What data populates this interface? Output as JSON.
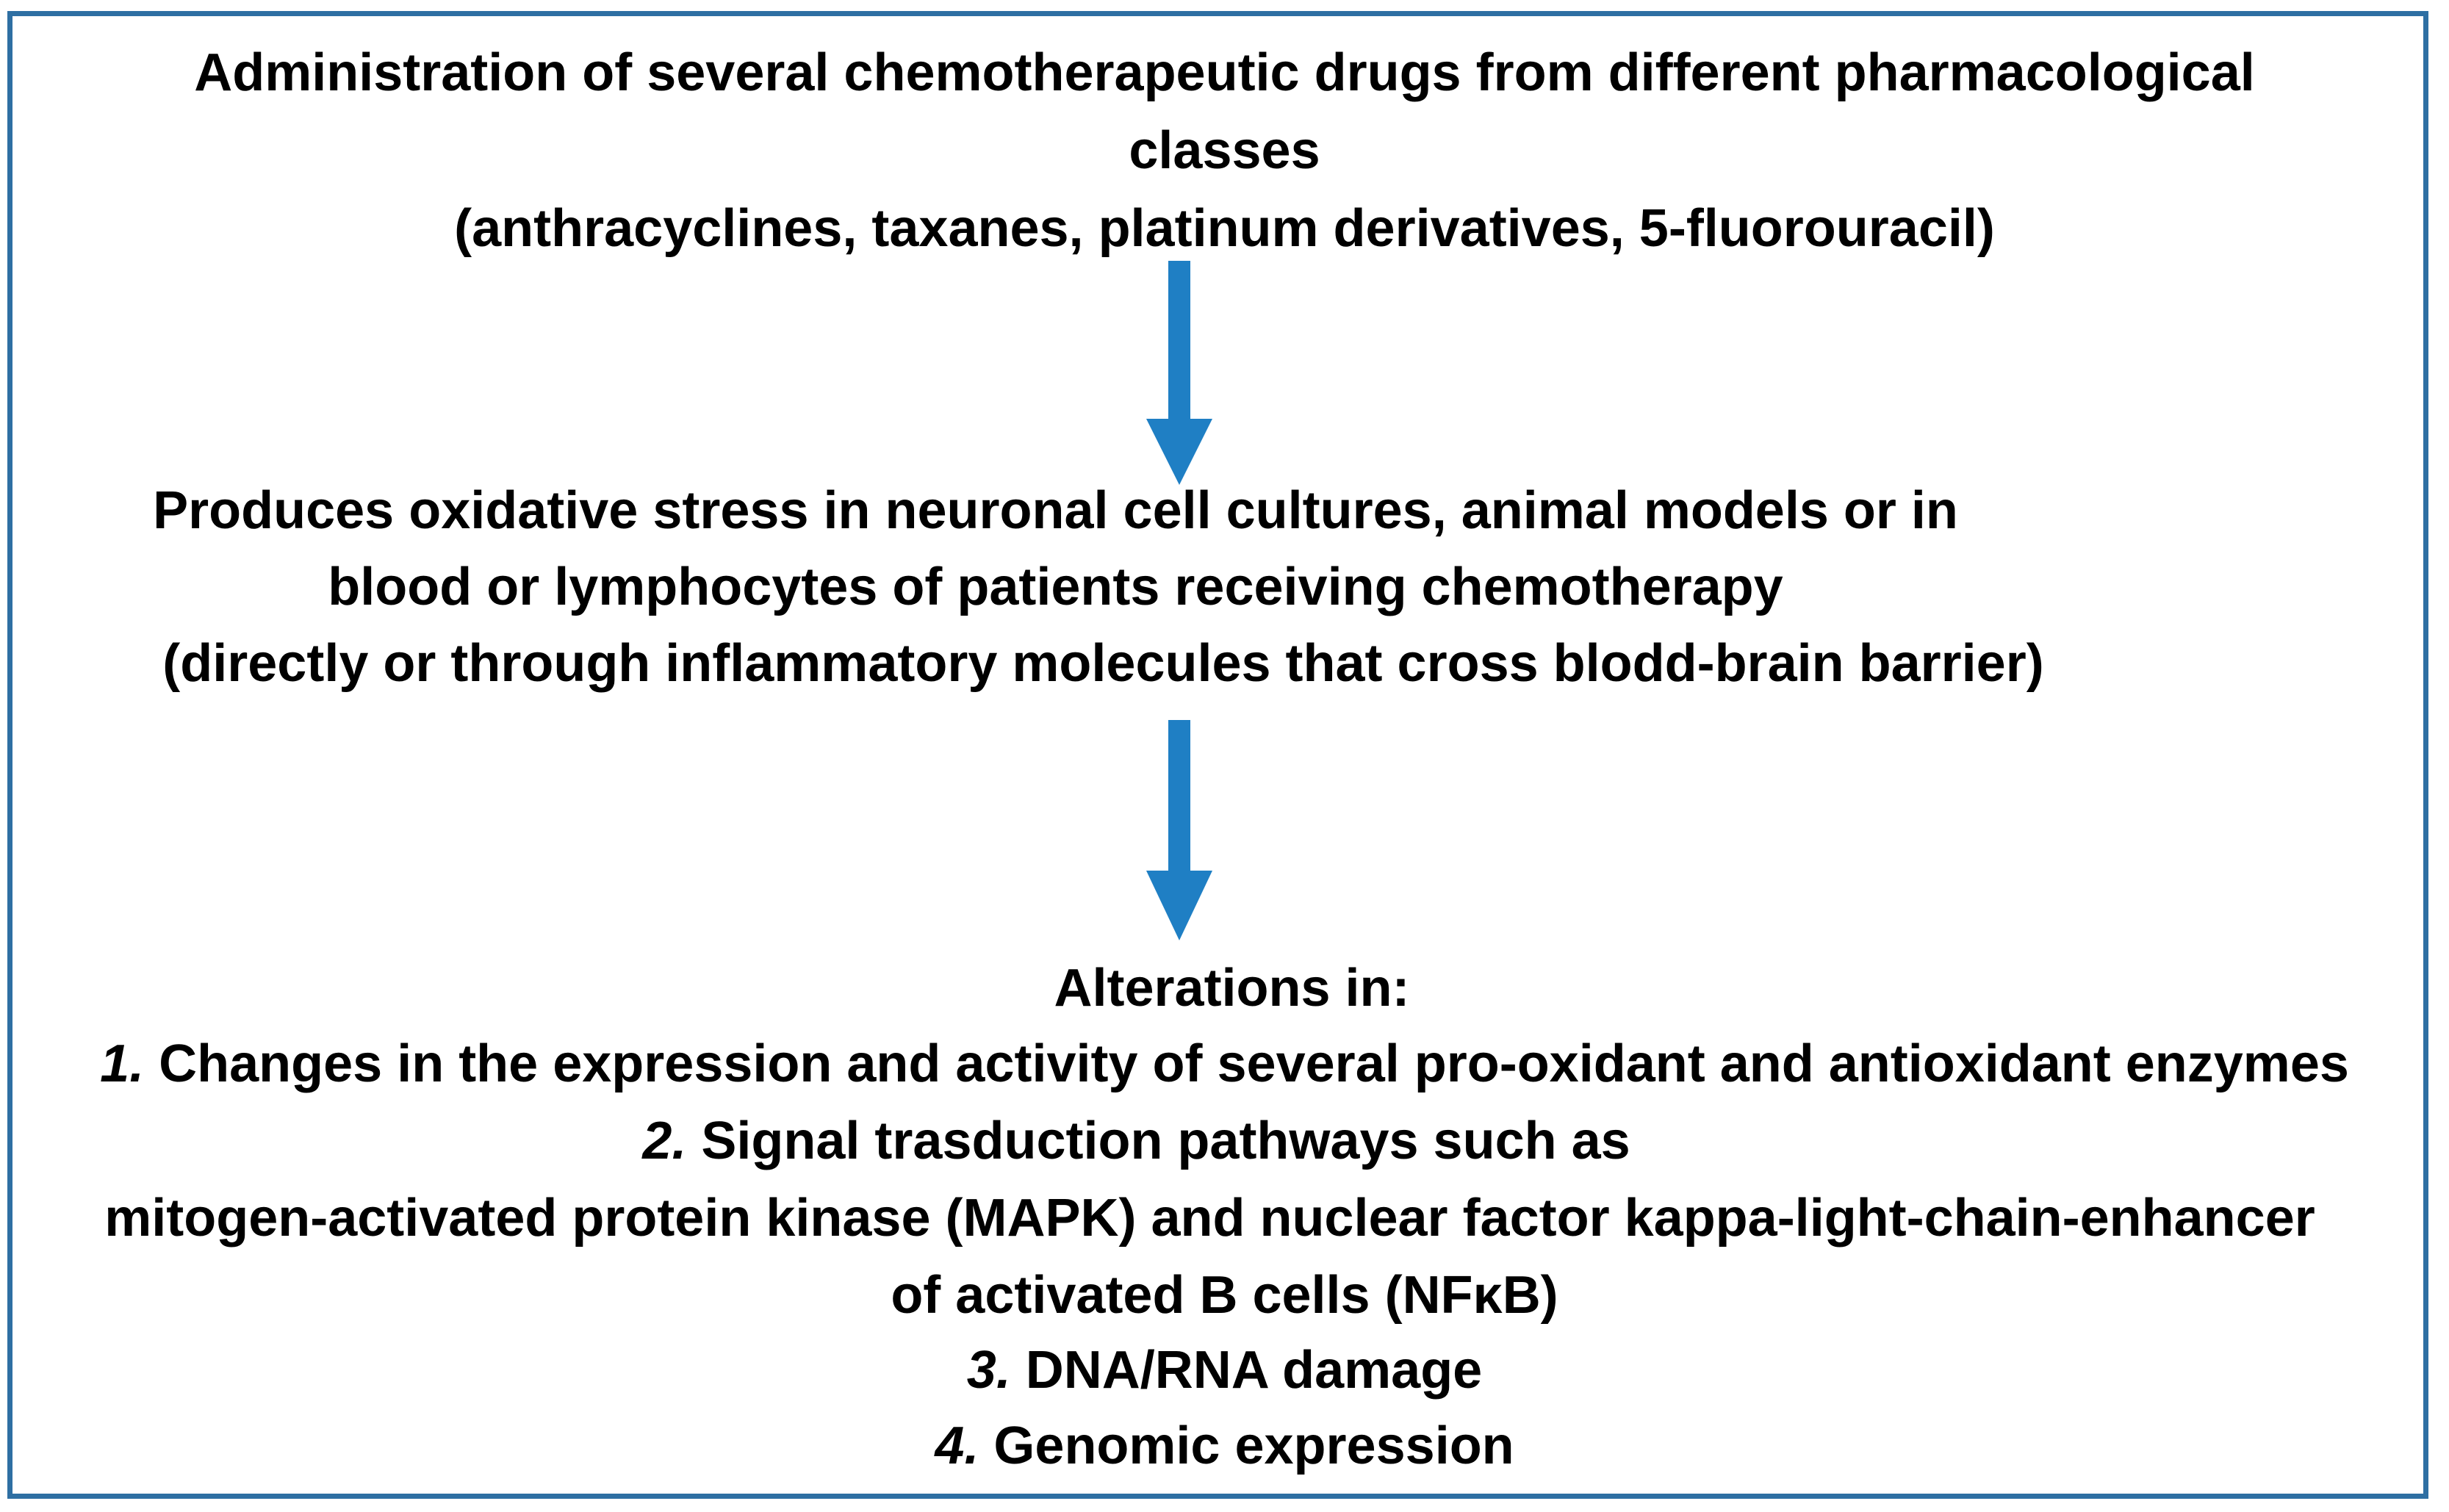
{
  "box1": {
    "line1": "Administration of several chemotherapeutic drugs from different pharmacological",
    "line2": "classes",
    "line3": "(anthracyclines, taxanes, platinum derivatives, 5-fluorouracil)"
  },
  "box2": {
    "line1": "Produces oxidative stress in neuronal cell cultures, animal models or in",
    "line2": "blood or lymphocytes of patients receiving chemotherapy",
    "line3": "(directly or through inflammatory molecules that cross blodd-brain barrier)"
  },
  "box3": {
    "heading": "Alterations in:",
    "item1_num": "1.",
    "item1_text": " Changes in the expression and activity of several pro-oxidant and antioxidant enzymes",
    "item2_num": "2.",
    "item2_text": " Signal trasduction pathways such as",
    "item2_line2": "mitogen-activated protein kinase  (MAPK) and nuclear factor kappa-light-chain-enhancer",
    "item2_line3": "of activated B cells (NFκB)",
    "item3_num": "3.",
    "item3_text": " DNA/RNA damage",
    "item4_num": "4.",
    "item4_text": " Genomic expression"
  },
  "colors": {
    "border": "#2e6fa3",
    "arrow": "#1f7fc4",
    "text": "#000000"
  }
}
